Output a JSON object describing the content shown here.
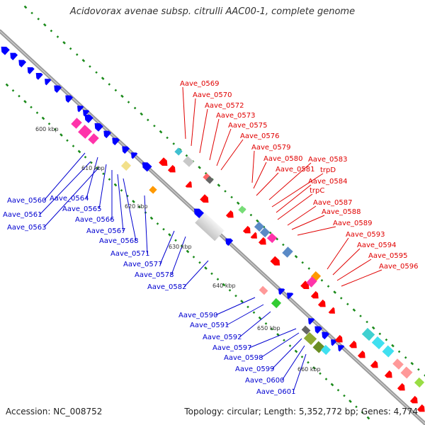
{
  "title": "Acidovorax avenae subsp. citrulli AAC00-1, complete genome",
  "footer": {
    "accession": "Accession: NC_008752",
    "topology": "Topology: circular; Length: 5,352,772 bp; Genes: 4,774"
  },
  "colors": {
    "backbone": "#8a8a8a",
    "forward_label": "#e00000",
    "reverse_label": "#0000d0",
    "forward_gene": "#ff0000",
    "reverse_gene": "#0000ff",
    "gc_dash": "#1a8a1a"
  },
  "ticks": [
    "600 kbp",
    "610 kbp",
    "620 kbp",
    "630 kbp",
    "640 kbp",
    "650 kbp",
    "660 kbp"
  ],
  "forward_labels": [
    "Aave_0569",
    "Aave_0570",
    "Aave_0572",
    "Aave_0573",
    "Aave_0575",
    "Aave_0576",
    "Aave_0579",
    "Aave_0580",
    "Aave_0581",
    "Aave_0583",
    "trpD",
    "Aave_0584",
    "trpC",
    "Aave_0587",
    "Aave_0588",
    "Aave_0589",
    "Aave_0593",
    "Aave_0594",
    "Aave_0595",
    "Aave_0596"
  ],
  "reverse_labels": [
    "Aave_0560",
    "Aave_0564",
    "Aave_0561",
    "Aave_0565",
    "Aave_0563",
    "Aave_0566",
    "Aave_0567",
    "Aave_0568",
    "Aave_0571",
    "Aave_0577",
    "Aave_0578",
    "Aave_0582",
    "Aave_0590",
    "Aave_0591",
    "Aave_0592",
    "Aave_0597",
    "Aave_0598",
    "Aave_0599",
    "Aave_0600",
    "Aave_0601"
  ]
}
